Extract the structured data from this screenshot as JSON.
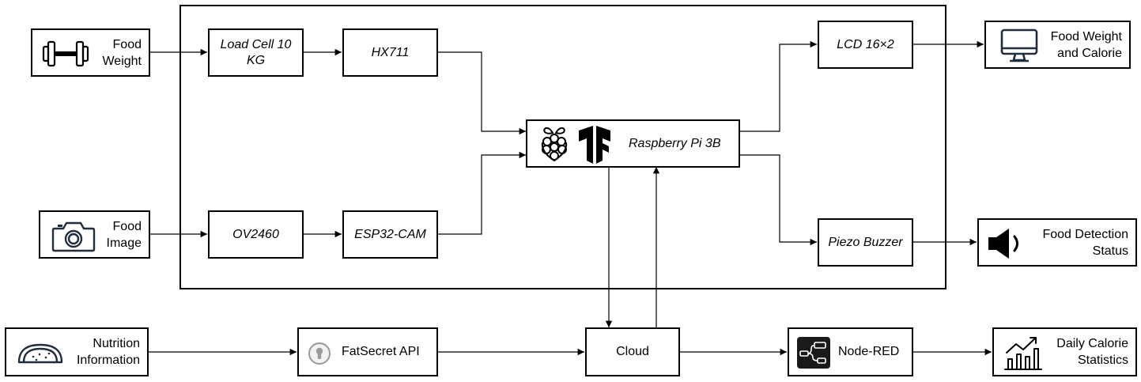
{
  "inputs": {
    "food_weight": {
      "line1": "Food",
      "line2": "Weight",
      "icon": "dumbbell-icon"
    },
    "food_image": {
      "line1": "Food",
      "line2": "Image",
      "icon": "camera-icon"
    },
    "nutrition": {
      "line1": "Nutrition",
      "line2": "Information",
      "icon": "taco-icon"
    }
  },
  "modules": {
    "load_cell": {
      "line1": "Load Cell 10",
      "line2": "KG"
    },
    "hx711": "HX711",
    "ov2460": "OV2460",
    "esp32cam": "ESP32-CAM",
    "raspberry_pi": {
      "label": "Raspberry Pi 3B",
      "icons": [
        "raspberry-pi-icon",
        "tensorflow-icon"
      ]
    },
    "lcd": "LCD 16×2",
    "piezo": "Piezo Buzzer",
    "fatsecret": {
      "label": "FatSecret API",
      "icon": "fatsecret-icon"
    },
    "cloud": "Cloud",
    "nodered": {
      "label": "Node-RED",
      "icon": "node-red-icon"
    }
  },
  "outputs": {
    "weight_calorie": {
      "line1": "Food Weight",
      "line2": "and Calorie",
      "icon": "monitor-icon"
    },
    "detection_status": {
      "line1": "Food Detection",
      "line2": "Status",
      "icon": "speaker-icon"
    },
    "daily_stats": {
      "line1": "Daily Calorie",
      "line2": "Statistics",
      "icon": "bar-chart-icon"
    }
  }
}
